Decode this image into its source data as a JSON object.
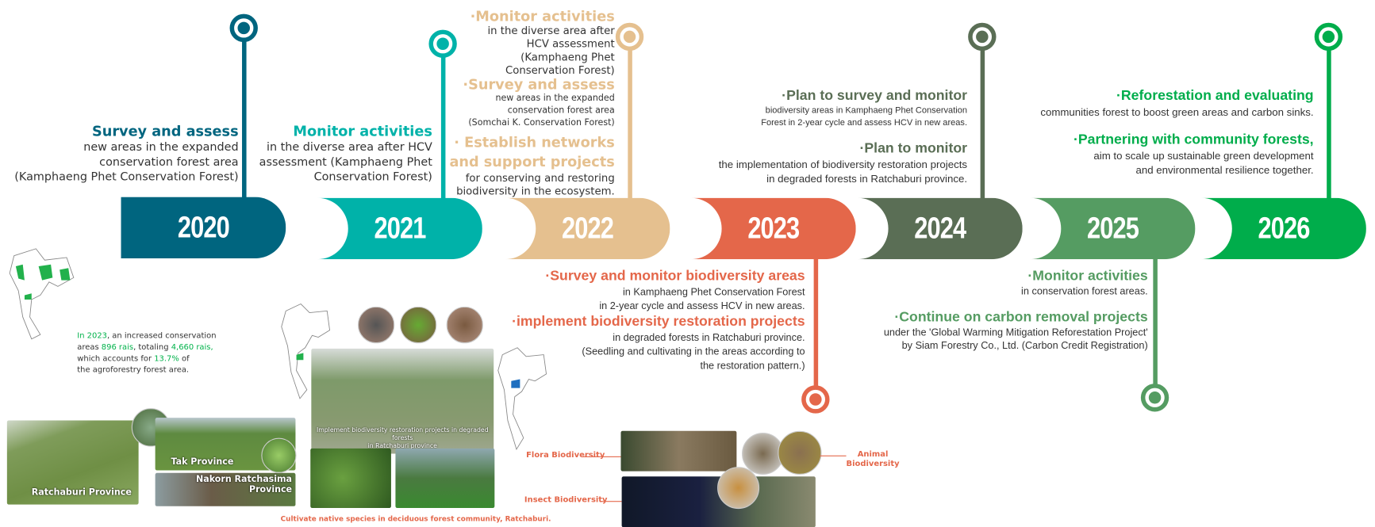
{
  "colors": {
    "y2020": "#00657f",
    "y2021": "#00b2a9",
    "y2022": "#e5c08f",
    "y2023": "#e4674a",
    "y2024": "#5a6e55",
    "y2025": "#559c62",
    "y2026": "#00ad4b"
  },
  "years": [
    "2020",
    "2021",
    "2022",
    "2023",
    "2024",
    "2025",
    "2026"
  ],
  "y2020": {
    "title": "Survey and assess",
    "lines": [
      "new areas in the expanded",
      "conservation forest area",
      "(Kamphaeng Phet Conservation Forest)"
    ]
  },
  "y2021": {
    "title": "Monitor activities",
    "lines": [
      "in the diverse area after HCV",
      "assessment (Kamphaeng Phet",
      "Conservation Forest)"
    ]
  },
  "y2022": {
    "t1": "·Monitor activities",
    "l1": [
      "in the diverse area after",
      "HCV assessment",
      "(Kamphaeng Phet",
      "Conservation Forest)"
    ],
    "t2": "·Survey and assess",
    "l2": [
      "new areas in the expanded",
      "conservation forest area",
      "(Somchai K. Conservation Forest)"
    ],
    "t3a": "· Establish networks",
    "t3b": "and support projects",
    "l3": [
      "for conserving and restoring",
      "biodiversity in the ecosystem."
    ]
  },
  "y2023": {
    "t1": "·Survey and monitor biodiversity areas",
    "l1": [
      "in Kamphaeng Phet Conservation Forest",
      "in 2-year cycle and assess HCV in new areas."
    ],
    "t2": "·implement biodiversity restoration projects",
    "l2": [
      "in degraded forests in Ratchaburi province.",
      "(Seedling and cultivating in the areas according to",
      "the restoration pattern.)"
    ]
  },
  "y2024": {
    "t1": "·Plan to survey and monitor",
    "l1": [
      "biodiversity areas in Kamphaeng Phet Conservation",
      "Forest in 2-year cycle and assess HCV in new areas."
    ],
    "t2": "·Plan to monitor",
    "l2": [
      "the implementation of biodiversity restoration projects",
      "in degraded forests in Ratchaburi province."
    ]
  },
  "y2025": {
    "t1": "·Monitor activities",
    "l1": [
      "in conservation forest areas."
    ],
    "t2": "·Continue on carbon removal projects",
    "l2": [
      "under the 'Global Warming Mitigation Reforestation Project'",
      "by Siam Forestry Co., Ltd. (Carbon Credit Registration)"
    ]
  },
  "y2026": {
    "t1": "·Reforestation and evaluating",
    "l1": [
      "communities forest to boost green areas and carbon sinks."
    ],
    "t2": "·Partnering with community forests,",
    "l2": [
      "aim to scale up sustainable green development",
      "and environmental resilience together."
    ]
  },
  "stats": {
    "p1": "In 2023",
    "p2": ", an increased conservation",
    "p3": "areas ",
    "p4": "896 rais",
    "p5": ", totaling ",
    "p6": "4,660 rais,",
    "p7": "which accounts for ",
    "p8": "13.7%",
    "p9": " of",
    "p10": "the agroforestry forest area."
  },
  "captions": {
    "ratchaburi": "Ratchaburi Province",
    "tak": "Tak Province",
    "nakorn1": "Nakorn Ratchasima",
    "nakorn2": "Province",
    "implement1": "Implement biodiversity restoration projects in degraded forests",
    "implement2": "in Ratchaburi province",
    "cultivate": "Cultivate native species in deciduous forest community, Ratchaburi.",
    "flora": "Flora Biodiversity",
    "insect": "Insect Biodiversity",
    "animal1": "Animal",
    "animal2": "Biodiversity"
  }
}
